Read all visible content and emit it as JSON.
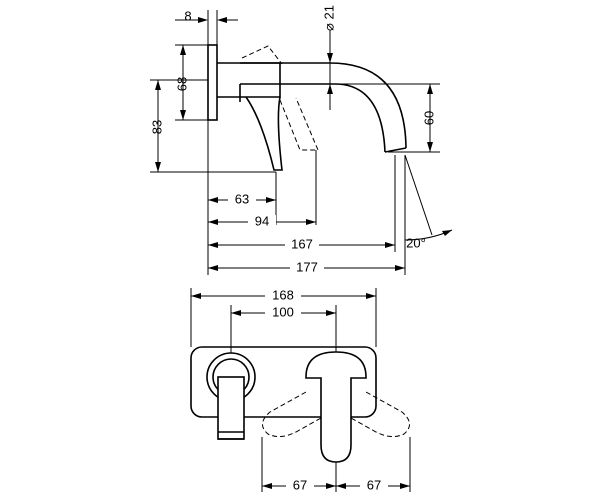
{
  "drawing": {
    "side_view": {
      "dim_flange_thickness": "8",
      "dim_flange_height": "68",
      "dim_total_height": "83",
      "dim_spout_diameter": "⌀ 21",
      "dim_spout_drop": "60",
      "dim_handle_projection": "63",
      "dim_handle_reach": "94",
      "dim_spout_reach": "167",
      "dim_total_reach": "177",
      "dim_spout_angle": "20°"
    },
    "front_view": {
      "dim_plate_width": "168",
      "dim_center_distance": "100",
      "dim_lever_left_swing": "67",
      "dim_lever_right_swing": "67"
    }
  }
}
